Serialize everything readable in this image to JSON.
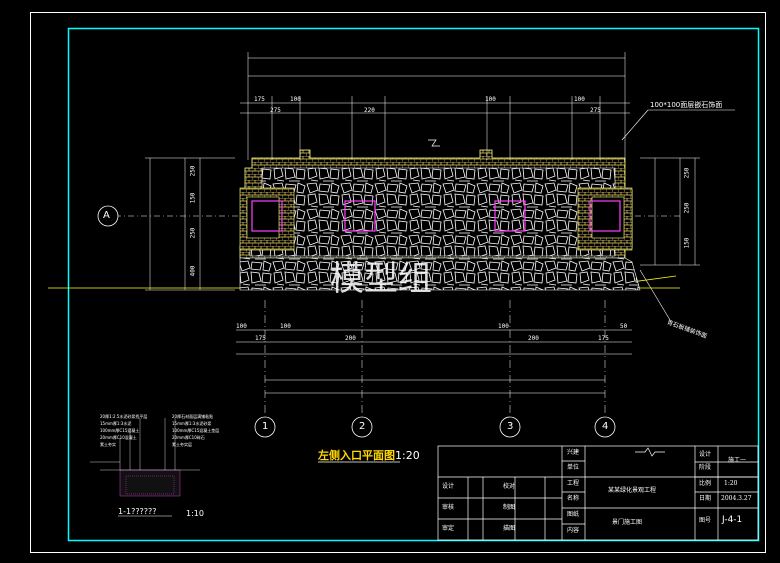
{
  "drawing": {
    "title": "左侧入口平面图",
    "scale": "1:20",
    "section_title": "1-1??????",
    "section_scale": "1:10",
    "watermark": "模型组",
    "axis_row": "A",
    "axis_columns": [
      "1",
      "2",
      "3",
      "4"
    ],
    "annotations": {
      "top_right": "100*100面层嵌石饰面",
      "right_lower": "青石板铺装饰面"
    },
    "dims_top_row1": [
      "175",
      "100",
      "100",
      "100"
    ],
    "dims_top_row2": [
      "275",
      "220",
      "275"
    ],
    "dims_mid_row1": [
      "100",
      "100",
      "100",
      "50"
    ],
    "dims_mid_row2": [
      "175",
      "200",
      "200",
      "175"
    ],
    "dims_left_vertical": [
      "250",
      "150",
      "250",
      "400"
    ],
    "dims_right_vertical": [
      "250",
      "250",
      "150"
    ],
    "section_labels": [
      "20厚1:2.5水泥砂浆找平层",
      "15mm厚1:3水泥",
      "100mm厚C15混凝土",
      "20mm厚C10混凝土",
      "素土夯实",
      "20厚石材面层满铺粘贴",
      "15mm厚1:3水泥砂浆",
      "100mm厚C15混凝土垫层",
      "20mm厚C10碎石",
      "素土夯实层"
    ]
  },
  "title_block": {
    "c1": [
      "设计",
      "审核",
      "审定"
    ],
    "c2": [
      "",
      "",
      ""
    ],
    "c3": [
      "校对",
      "制图",
      "描图"
    ],
    "c4": [
      "",
      "",
      ""
    ],
    "c5": [
      "兴建",
      "单位",
      "工程",
      "名称",
      "图纸",
      "内容"
    ],
    "project": "某某绿化景观工程",
    "drawing_name": "景门施工图",
    "stage_label": "设计",
    "stage_val": "施工一",
    "scale_label": "比例",
    "scale_val": "1:20",
    "date_label": "日期",
    "date_val": "2004.3.27",
    "no_label": "图号",
    "no_val": "J-4-1",
    "sheet_label": "阶段"
  }
}
